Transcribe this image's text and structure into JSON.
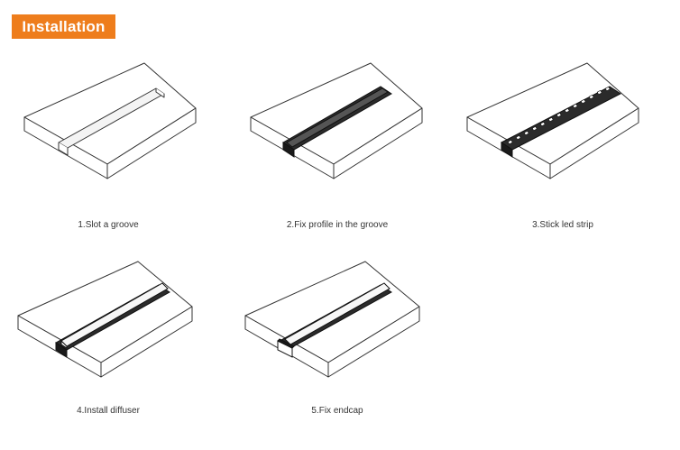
{
  "header": {
    "title": "Installation",
    "accent_color": "#ee7d1c"
  },
  "steps": [
    {
      "caption": "1.Slot a groove",
      "stage": 1
    },
    {
      "caption": "2.Fix profile in the groove",
      "stage": 2
    },
    {
      "caption": "3.Stick led strip",
      "stage": 3
    },
    {
      "caption": "4.Install diffuser",
      "stage": 4
    },
    {
      "caption": "5.Fix endcap",
      "stage": 5
    }
  ]
}
